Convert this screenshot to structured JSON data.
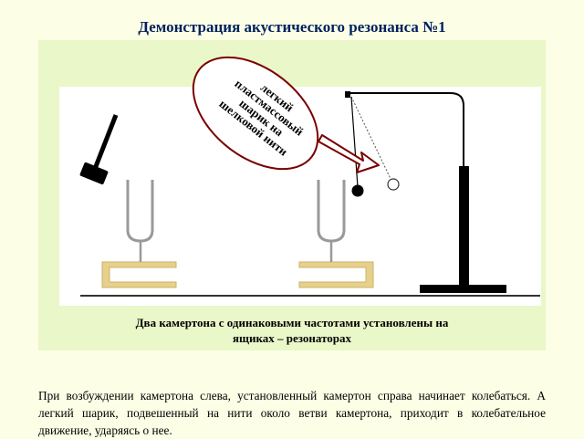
{
  "title": "Демонстрация акустического резонанса №1",
  "callout": {
    "lines": [
      "легкий",
      "пластмассовый",
      "шарик на",
      "шелковой нити"
    ]
  },
  "caption": {
    "line1": "Два камертона с одинаковыми частотами установлены на",
    "line2": "ящиках – резонаторах"
  },
  "description": "При возбуждении камертона слева, установленный камертон справа начинает колебаться. А легкий шарик, подвешенный на нити около ветви камертона, приходит в колебательное движение, ударяясь о нее.",
  "colors": {
    "page_background": "#fcffe6",
    "panel_background": "#eaf7c8",
    "title": "#00205f",
    "resonator_box": "#e6d08a",
    "callout_fill": "#ffffff",
    "callout_stroke": "#7a0000"
  }
}
